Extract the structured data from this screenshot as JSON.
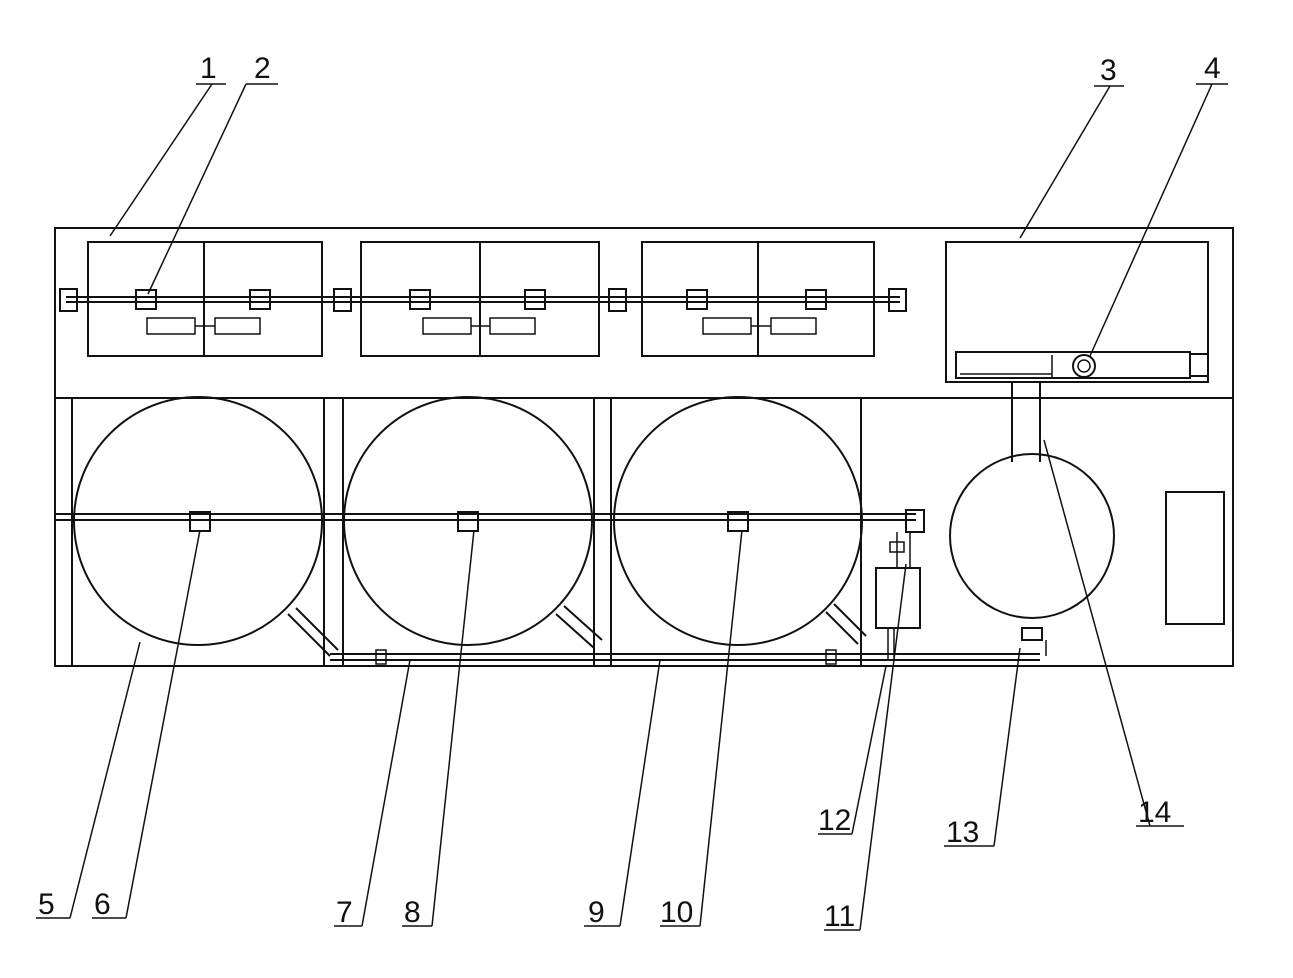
{
  "labels": {
    "n1": "1",
    "n2": "2",
    "n3": "3",
    "n4": "4",
    "n5": "5",
    "n6": "6",
    "n7": "7",
    "n8": "8",
    "n9": "9",
    "n10": "10",
    "n11": "11",
    "n12": "12",
    "n13": "13",
    "n14": "14"
  },
  "colors": {
    "line": "#111111",
    "background": "#ffffff"
  }
}
